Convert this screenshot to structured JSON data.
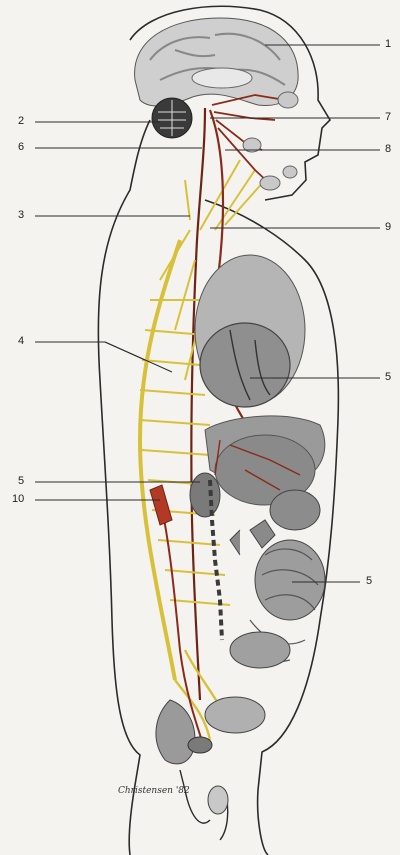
{
  "labels": {
    "l1": "1",
    "l2": "2",
    "l3": "3",
    "l4": "4",
    "l5a": "5",
    "l5b": "5",
    "l5c": "5",
    "l6": "6",
    "l7": "7",
    "l8": "8",
    "l9": "9",
    "l10": "10"
  },
  "signature": "Christensen '82",
  "colors": {
    "background": "#f4f3ef",
    "outline": "#2b2b2b",
    "sympathetic_nerve": "#d8c13a",
    "parasympathetic_nerve": "#8b2a1a",
    "organ_gray": "#9a9a9a",
    "brain_gray": "#cfcfcf"
  }
}
